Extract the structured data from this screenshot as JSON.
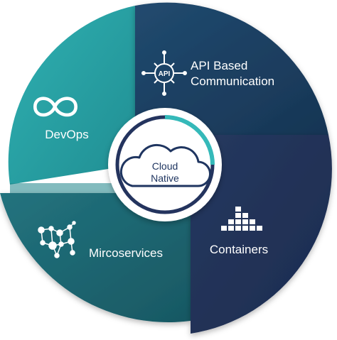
{
  "center": {
    "line1": "Cloud",
    "line2": "Native"
  },
  "segments": {
    "api": {
      "line1": "API Based",
      "line2": "Communication",
      "icon": "api-gear-icon",
      "icon_text": "API",
      "color": "#1b3f63"
    },
    "devops": {
      "label": "DevOps",
      "icon": "infinity-loop-icon",
      "color": "#2aa0a4"
    },
    "containers": {
      "label": "Containers",
      "icon": "container-blocks-icon",
      "color": "#23345e"
    },
    "microservices": {
      "label": "Mircoservices",
      "icon": "network-nodes-icon",
      "color": "#1e6a75"
    }
  },
  "colors": {
    "ring_accent": "#35b9b9",
    "ring_dark": "#24345e",
    "center_text": "#1f3560"
  }
}
